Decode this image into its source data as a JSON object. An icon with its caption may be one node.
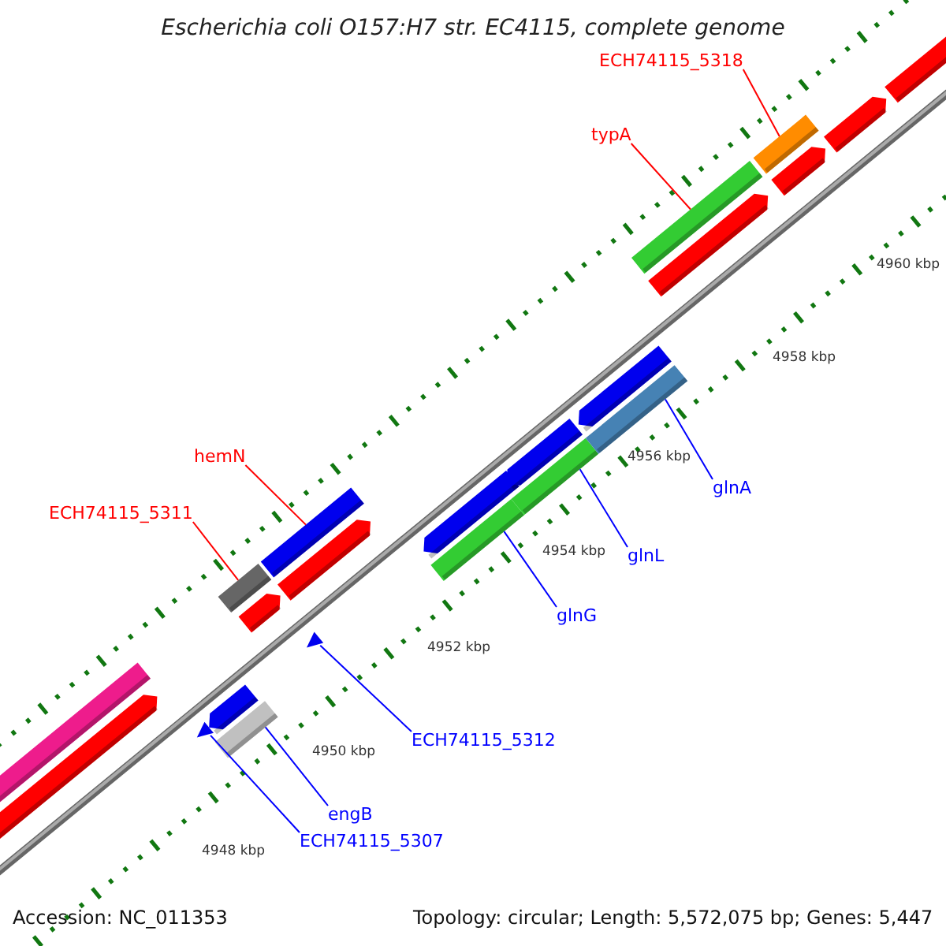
{
  "diagram": {
    "title": "Escherichia coli O157:H7 str. EC4115, complete genome",
    "nodes": [
      {
        "text": [
          "ECH74115_5318"
        ]
      },
      {
        "text": [
          "typA"
        ]
      },
      {
        "text": [
          "hemN"
        ]
      },
      {
        "text": [
          "ECH74115_5311"
        ]
      },
      {
        "text": [
          "glnA"
        ]
      },
      {
        "text": [
          "glnL"
        ]
      },
      {
        "text": [
          "glnG"
        ]
      },
      {
        "text": [
          "ECH74115_5312"
        ]
      },
      {
        "text": [
          "engB"
        ]
      },
      {
        "text": [
          "ECH74115_5307"
        ]
      },
      {
        "text": [],
        "shape": "triangle"
      },
      {
        "text": [],
        "shape": "bar"
      },
      {
        "text": [],
        "shape": "bar"
      },
      {
        "text": [],
        "shape": "triangle"
      },
      {
        "text": [],
        "shape": "bar"
      },
      {
        "text": [],
        "shape": "bar"
      },
      {
        "text": [],
        "shape": "bar"
      },
      {
        "text": [],
        "shape": "bar"
      },
      {
        "text": [],
        "shape": "bar"
      },
      {
        "text": [],
        "shape": "bar"
      }
    ],
    "edges": [
      {
        "from": 0,
        "to": 19,
        "arrow": "none",
        "color": "#ff0000"
      },
      {
        "from": 1,
        "to": 18,
        "arrow": "none",
        "color": "#ff0000"
      },
      {
        "from": 2,
        "to": 14,
        "arrow": "none",
        "color": "#ff0000"
      },
      {
        "from": 3,
        "to": 12,
        "arrow": "none",
        "color": "#ff0000"
      },
      {
        "from": 4,
        "to": 17,
        "arrow": "none"
      },
      {
        "from": 5,
        "to": 16,
        "arrow": "none"
      },
      {
        "from": 6,
        "to": 15,
        "arrow": "none"
      },
      {
        "from": 7,
        "to": 13,
        "arrow": "none"
      },
      {
        "from": 8,
        "to": 11,
        "arrow": "none"
      },
      {
        "from": 9,
        "to": 10,
        "arrow": "none"
      }
    ],
    "labels": [
      "4960 kbp",
      "4958 kbp",
      "4956 kbp",
      "4954 kbp",
      "4952 kbp",
      "4950 kbp",
      "4948 kbp",
      "Accession: NC_011353",
      "Topology: circular; Length: 5,572,075 bp; Genes: 5,447"
    ]
  }
}
